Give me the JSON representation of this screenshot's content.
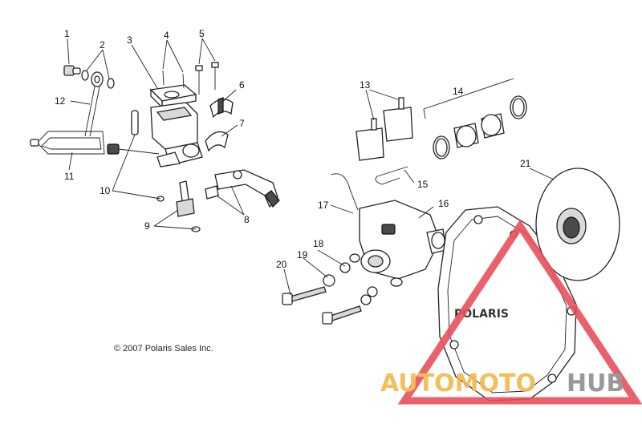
{
  "copyright": "© 2007 Polaris Sales Inc.",
  "callouts": [
    {
      "id": "1",
      "text": "1"
    },
    {
      "id": "2",
      "text": "2"
    },
    {
      "id": "3",
      "text": "3"
    },
    {
      "id": "4",
      "text": "4"
    },
    {
      "id": "5",
      "text": "5"
    },
    {
      "id": "6",
      "text": "6"
    },
    {
      "id": "7",
      "text": "7"
    },
    {
      "id": "8",
      "text": "8"
    },
    {
      "id": "9",
      "text": "9"
    },
    {
      "id": "10",
      "text": "10"
    },
    {
      "id": "11",
      "text": "11"
    },
    {
      "id": "12",
      "text": "12"
    },
    {
      "id": "13",
      "text": "13"
    },
    {
      "id": "14",
      "text": "14"
    },
    {
      "id": "15",
      "text": "15"
    },
    {
      "id": "16",
      "text": "16"
    },
    {
      "id": "17",
      "text": "17"
    },
    {
      "id": "18",
      "text": "18"
    },
    {
      "id": "19",
      "text": "19"
    },
    {
      "id": "20",
      "text": "20"
    },
    {
      "id": "21",
      "text": "21"
    }
  ],
  "cover_logo": "POLARIS",
  "watermark": {
    "part1": "AUTOMOTO",
    "part2": "HUB",
    "part1_color": "#f2b84b",
    "part2_color": "#8f8f8f",
    "triangle_color": "#e8505b"
  }
}
